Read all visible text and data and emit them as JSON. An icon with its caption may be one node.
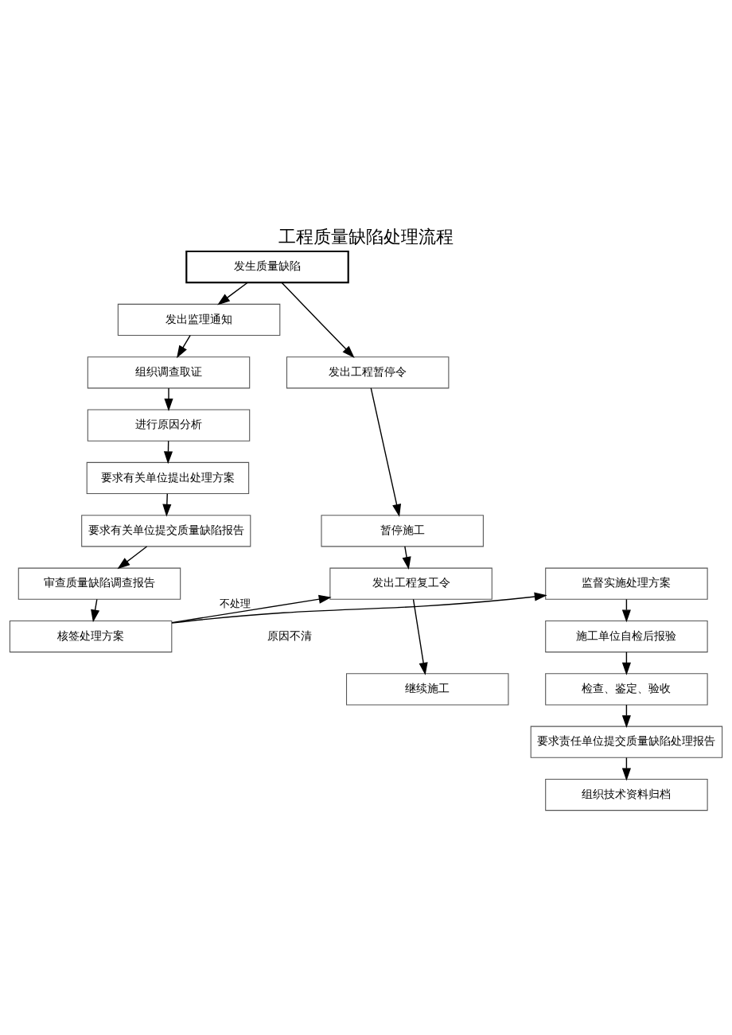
{
  "diagram": {
    "title": "工程质量缺陷处理流程",
    "nodes": [
      {
        "text": [
          "发生质量缺陷"
        ]
      },
      {
        "text": [
          "发出监理通知"
        ]
      },
      {
        "text": [
          "组织调查取证"
        ]
      },
      {
        "text": [
          "进行原因分析"
        ]
      },
      {
        "text": [
          "要求有关单位提出处理方案"
        ]
      },
      {
        "text": [
          "要求有关单位提交质量缺陷报告"
        ]
      },
      {
        "text": [
          "审查质量缺陷调查报告"
        ]
      },
      {
        "text": [
          "核签处理方案"
        ]
      },
      {
        "text": [
          "监督实施处理方案"
        ]
      },
      {
        "text": [
          "施工单位自检后报验"
        ]
      },
      {
        "text": [
          "检查、鉴定、验收"
        ]
      },
      {
        "text": [
          "要求责任单位提交质量缺陷处理报告"
        ]
      },
      {
        "text": [
          "组织技术资料归档"
        ]
      },
      {
        "text": [
          "发出工程暂停令"
        ]
      },
      {
        "text": [
          "暂停施工"
        ]
      },
      {
        "text": [
          "发出工程复工令"
        ]
      },
      {
        "text": [
          "继续施工"
        ]
      }
    ],
    "edges": [
      {
        "from": 0,
        "to": 1,
        "arrow": "to"
      },
      {
        "from": 0,
        "to": 13,
        "arrow": "to"
      },
      {
        "from": 1,
        "to": 2,
        "arrow": "to"
      },
      {
        "from": 2,
        "to": 3,
        "arrow": "to"
      },
      {
        "from": 3,
        "to": 4,
        "arrow": "to"
      },
      {
        "from": 4,
        "to": 5,
        "arrow": "to"
      },
      {
        "from": 5,
        "to": 6,
        "arrow": "to"
      },
      {
        "from": 6,
        "to": 7,
        "arrow": "to"
      },
      {
        "from": 7,
        "to": 8,
        "arrow": "to"
      },
      {
        "from": 8,
        "to": 9,
        "arrow": "to"
      },
      {
        "from": 9,
        "to": 10,
        "arrow": "to"
      },
      {
        "from": 10,
        "to": 11,
        "arrow": "to"
      },
      {
        "from": 11,
        "to": 12,
        "arrow": "to"
      },
      {
        "from": 13,
        "to": 14,
        "arrow": "to"
      },
      {
        "from": 14,
        "to": 15,
        "arrow": "to"
      },
      {
        "from": 7,
        "to": 15,
        "label": "不处理",
        "arrow": "to"
      },
      {
        "from": 15,
        "to": 16,
        "arrow": "to"
      }
    ],
    "labels": [
      "原因不清"
    ]
  }
}
